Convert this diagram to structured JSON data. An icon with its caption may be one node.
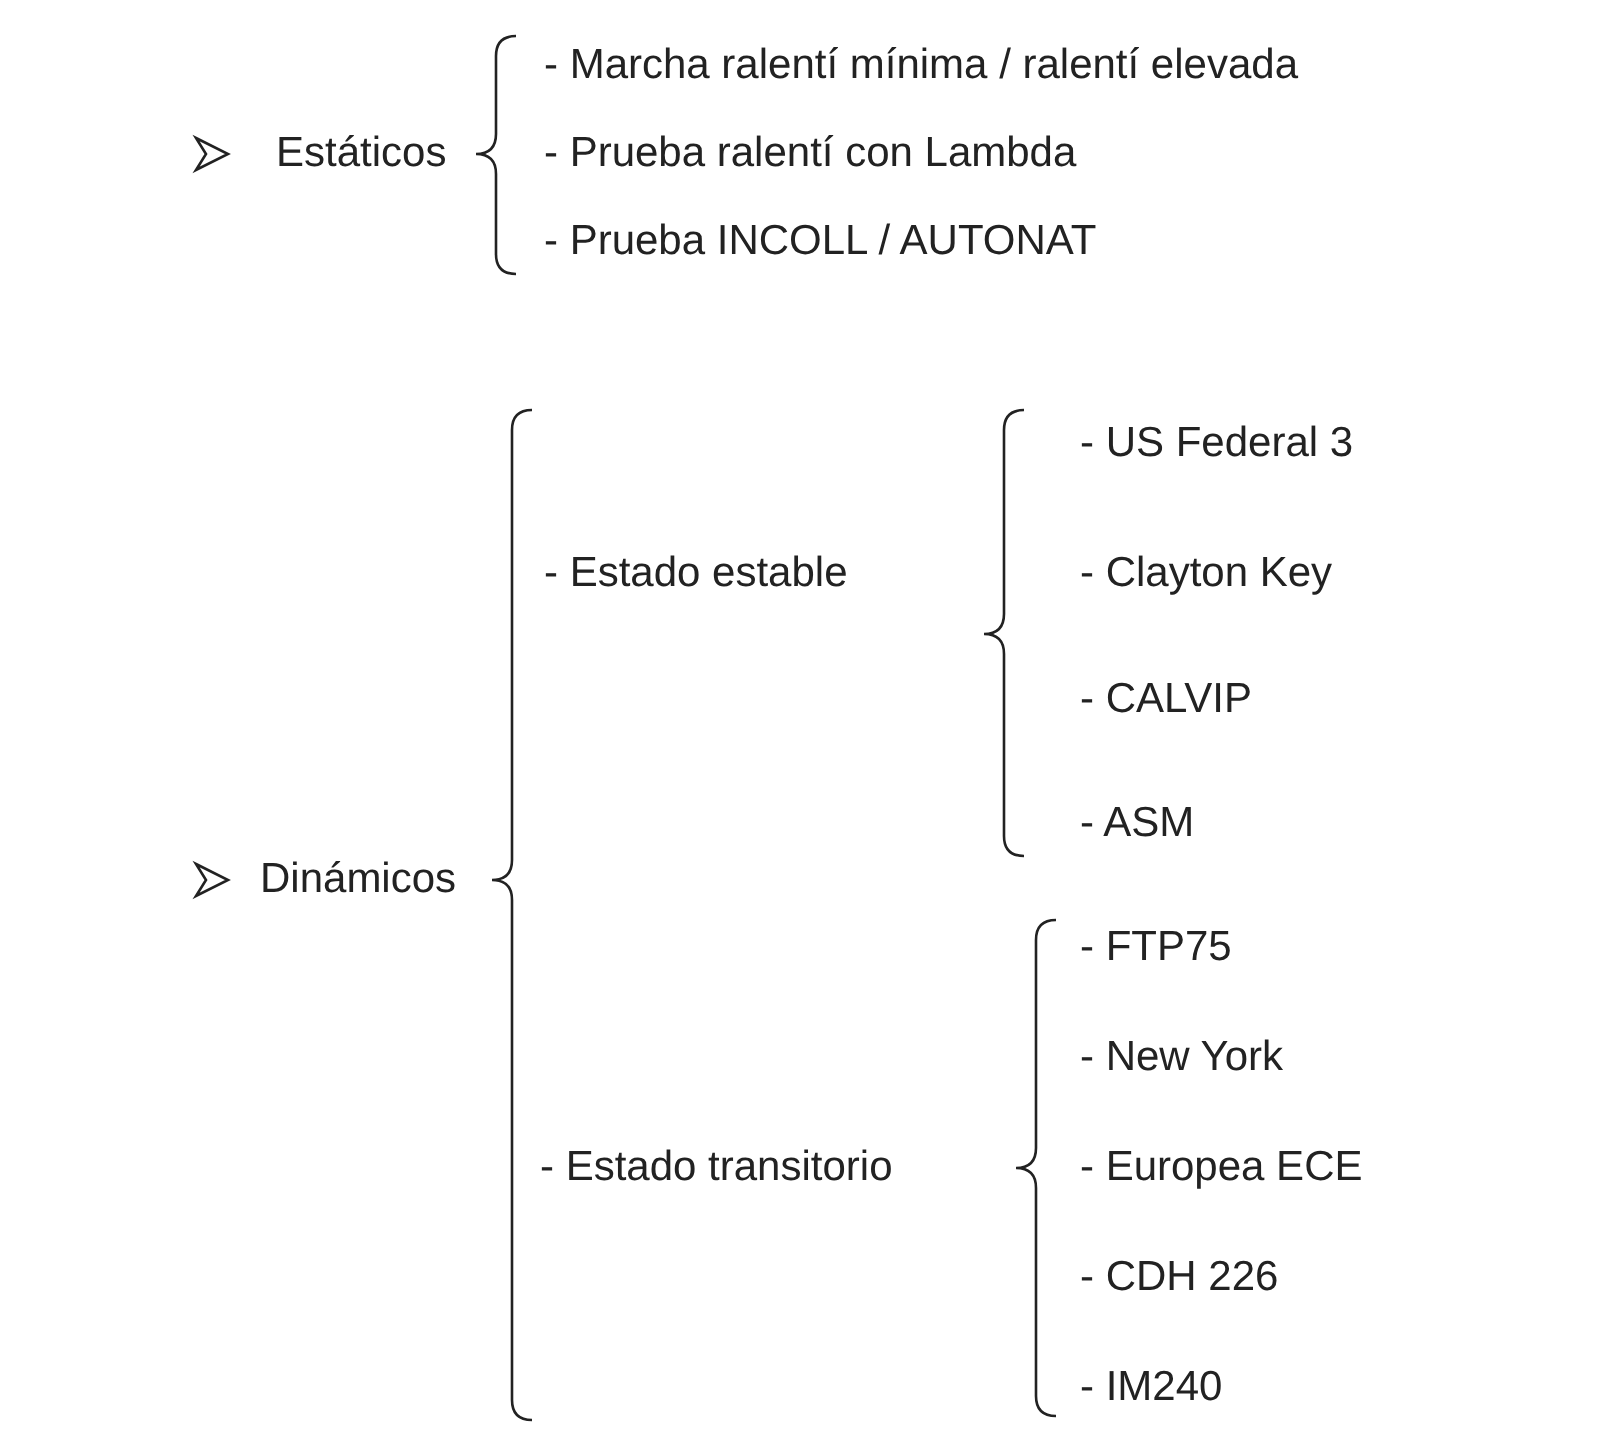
{
  "diagram": {
    "labels": [
      "Estáticos",
      "- Marcha ralentí mínima / ralentí elevada",
      "- Prueba ralentí con Lambda",
      "- Prueba INCOLL / AUTONAT",
      "Dinámicos",
      "- Estado estable",
      "- US Federal 3",
      "- Clayton Key",
      "- CALVIP",
      "- ASM",
      "- Estado transitorio",
      "- FTP75",
      "- New York",
      "- Europea ECE",
      "- CDH 226",
      "- IM240"
    ]
  }
}
